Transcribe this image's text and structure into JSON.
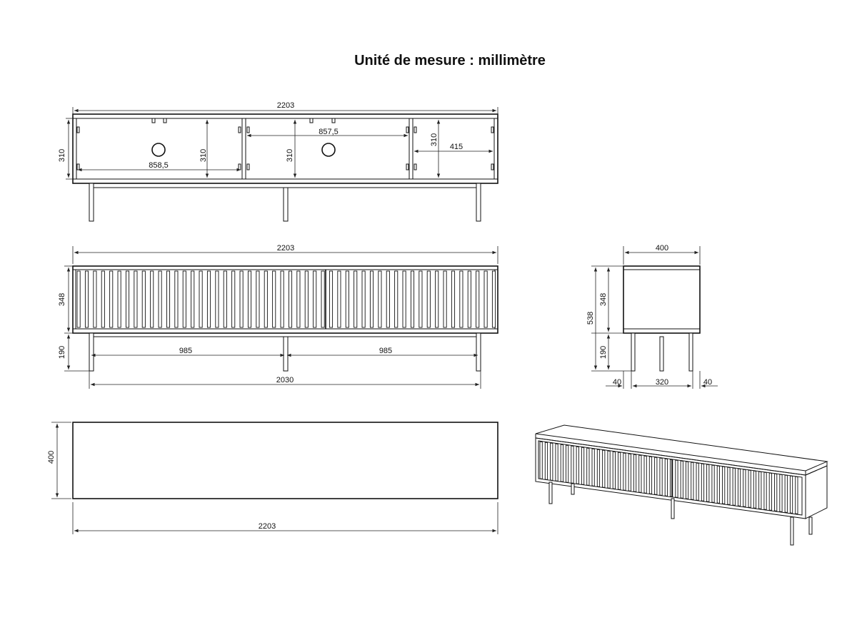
{
  "title": "Unité de mesure : millimètre",
  "front_interior": {
    "width": "2203",
    "height": "310",
    "comp1_width": "858,5",
    "comp1_height": "310",
    "comp2_width": "857,5",
    "comp2_height": "310",
    "comp3_width": "415",
    "comp3_height": "310"
  },
  "front": {
    "width": "2203",
    "body_height": "348",
    "leg_height": "190",
    "leg_span_left": "985",
    "leg_span_right": "985",
    "leg_span_total": "2030"
  },
  "side": {
    "depth": "400",
    "body_height": "348",
    "total_height": "538",
    "leg_height": "190",
    "offset_left": "40",
    "leg_span": "320",
    "offset_right": "40"
  },
  "top": {
    "depth": "400",
    "width": "2203"
  },
  "colors": {
    "line": "#111111",
    "background": "#ffffff"
  }
}
